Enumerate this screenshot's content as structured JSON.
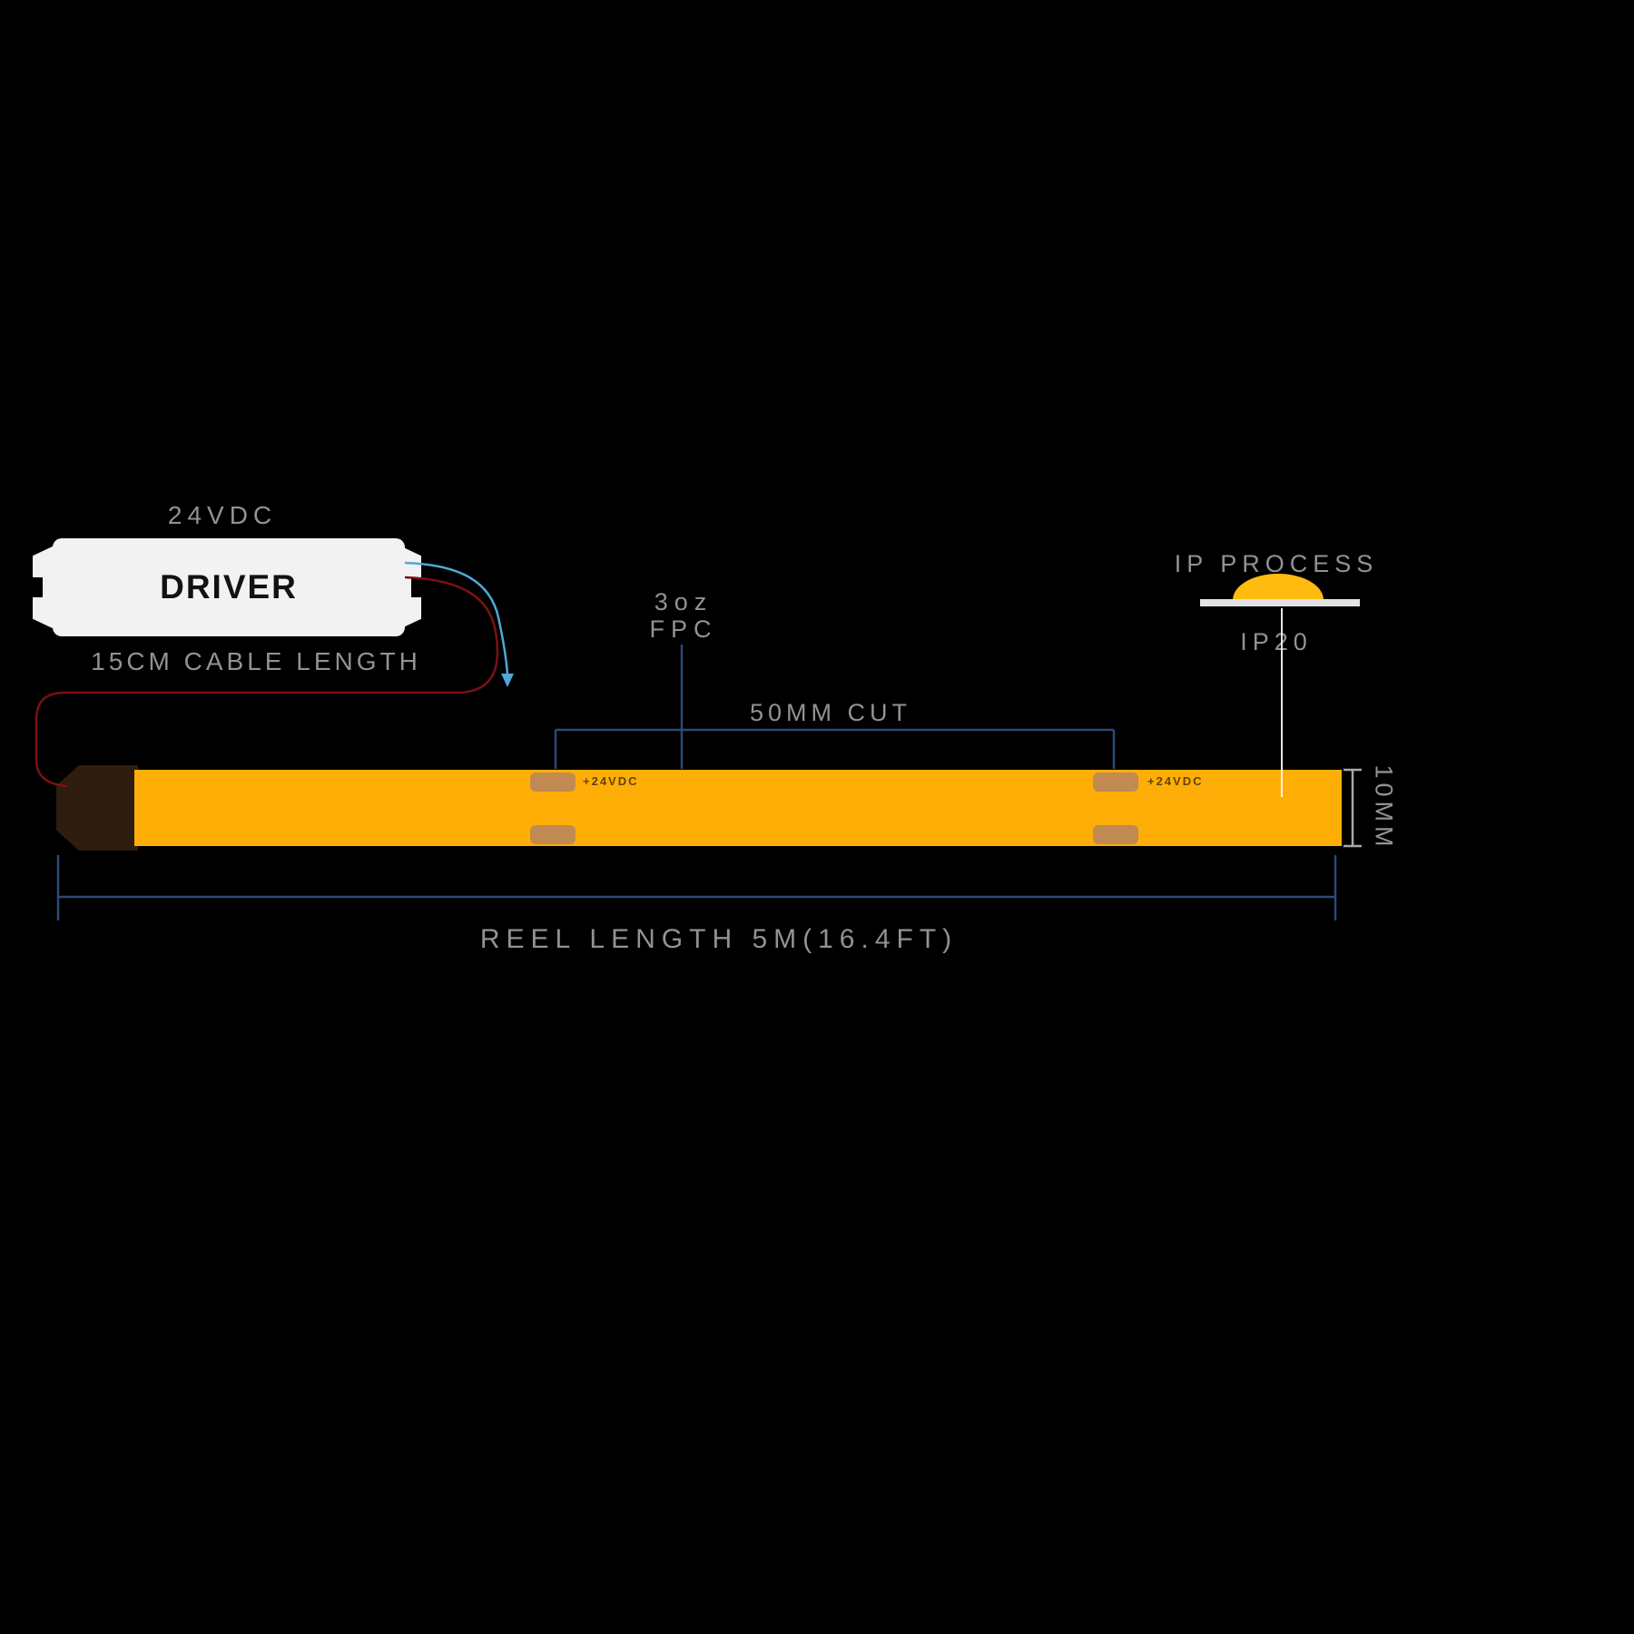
{
  "colors": {
    "background": "#000000",
    "label_gray": "#929292",
    "dimension_blue": "#2D4A75",
    "strip_yellow": "#FFAE08",
    "dome_yellow": "#FFBB10",
    "end_cap_brown": "#2E1C0E",
    "pad_copper": "#C08A52",
    "wire_red": "#7A1113",
    "wire_blue": "#4FA8D8",
    "driver_white": "#F2F2F2"
  },
  "driver": {
    "voltage_label": "24VDC",
    "name": "DRIVER",
    "cable_label": "15CM CABLE LENGTH"
  },
  "strip": {
    "fpc_line1": "3oz",
    "fpc_line2": "FPC",
    "cut_label": "50MM CUT",
    "width_label": "10MM",
    "reel_label": "REEL LENGTH 5M(16.4FT)",
    "pad_labels": [
      "+24VDC",
      "+24VDC"
    ]
  },
  "ip": {
    "process_label": "IP PROCESS",
    "rating_label": "IP20"
  }
}
